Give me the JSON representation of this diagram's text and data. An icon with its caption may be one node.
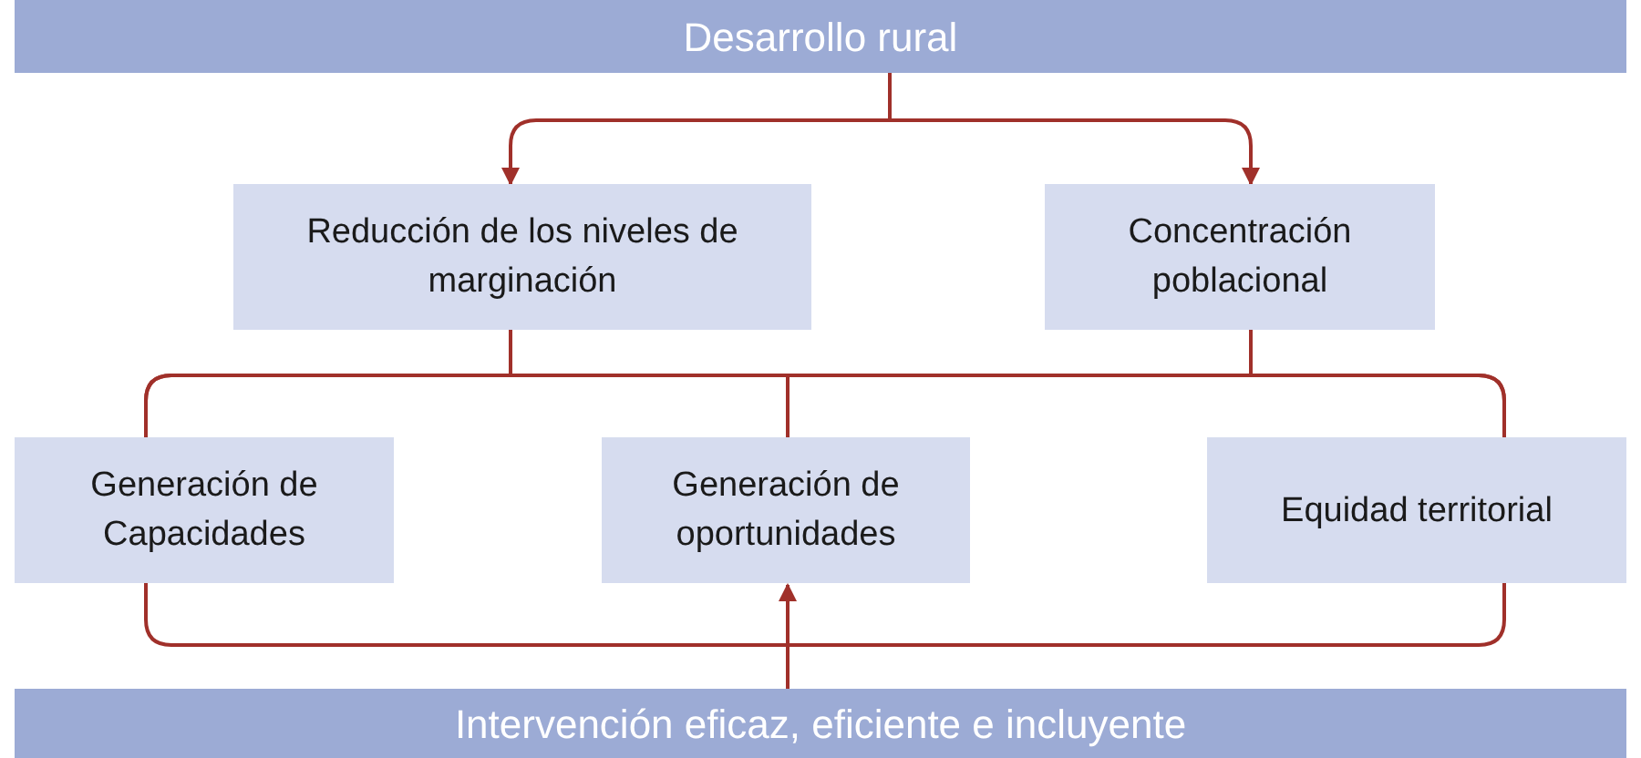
{
  "diagram": {
    "nodes": [
      {
        "text": [
          "Desarrollo rural"
        ]
      },
      {
        "text": [
          "Reducción de los niveles de marginación"
        ]
      },
      {
        "text": [
          "Concentración poblacional"
        ]
      },
      {
        "text": [
          "Generación de Capacidades"
        ]
      },
      {
        "text": [
          "Generación de oportunidades"
        ]
      },
      {
        "text": [
          "Equidad territorial"
        ]
      },
      {
        "text": [
          "Intervención eficaz, eficiente e incluyente"
        ]
      }
    ],
    "edges": [
      {
        "from": 0,
        "to": 1,
        "arrow": "to"
      },
      {
        "from": 0,
        "to": 2,
        "arrow": "to"
      },
      {
        "from": 1,
        "to": 3,
        "arrow": "none"
      },
      {
        "from": 1,
        "to": 4,
        "arrow": "none"
      },
      {
        "from": 1,
        "to": 5,
        "arrow": "none"
      },
      {
        "from": 2,
        "to": 3,
        "arrow": "none"
      },
      {
        "from": 2,
        "to": 4,
        "arrow": "none"
      },
      {
        "from": 2,
        "to": 5,
        "arrow": "none"
      },
      {
        "from": 3,
        "to": 5,
        "arrow": "none"
      },
      {
        "from": 6,
        "to": 4,
        "arrow": "to"
      }
    ]
  }
}
